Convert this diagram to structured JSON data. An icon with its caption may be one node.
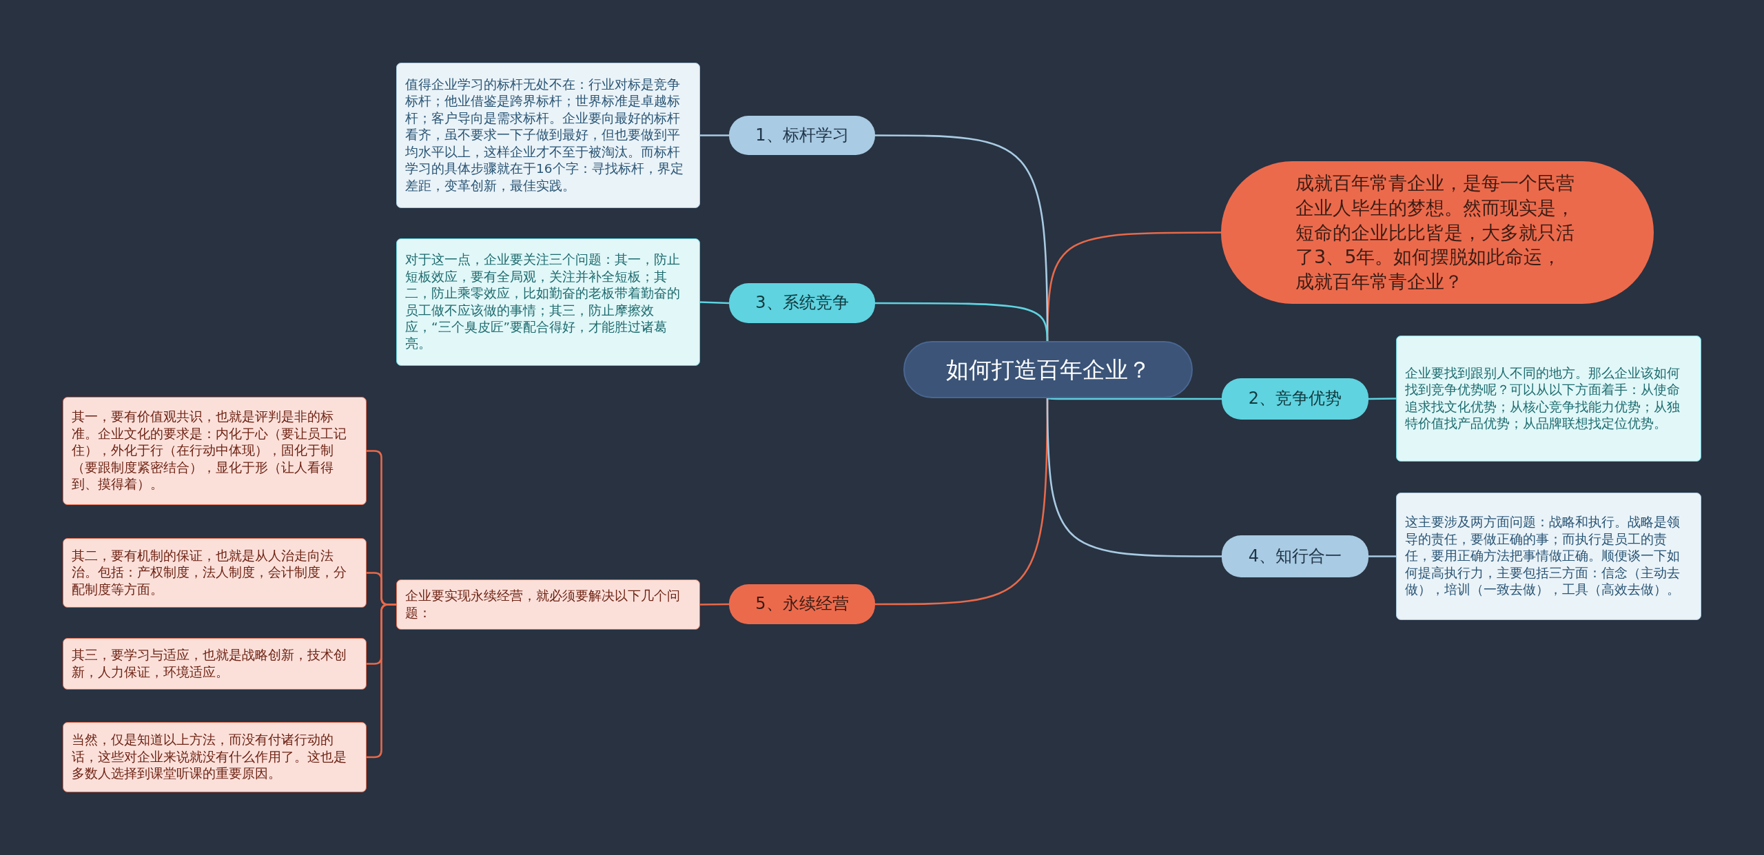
{
  "diagram": {
    "nodes": [
      {
        "text": [
          "如何打造百年企业？"
        ]
      },
      {
        "text": [
          "成就百年常青企业，是每一个民营企业人毕生的梦想。然而现实是，短命的企业比比皆是，大多就只活了3、5年。如何摆脱如此命运，成就百年常青企业？"
        ]
      },
      {
        "text": [
          "1、标杆学习"
        ]
      },
      {
        "text": [
          "值得企业学习的标杆无处不在：行业对标是竞争标杆；他业借鉴是跨界标杆；世界标准是卓越标杆；客户导向是需求标杆。企业要向最好的标杆看齐，虽不要求一下子做到最好，但也要做到平均水平以上，这样企业才不至于被淘汰。而标杆学习的具体步骤就在于16个字：寻找标杆，界定差距，变革创新，最佳实践。"
        ]
      },
      {
        "text": [
          "3、系统竞争"
        ]
      },
      {
        "text": [
          "对于这一点，企业要关注三个问题：其一，防止短板效应，要有全局观，关注并补全短板；其二，防止乘零效应，比如勤奋的老板带着勤奋的员工做不应该做的事情；其三，防止摩擦效应，“三个臭皮匠”要配合得好，才能胜过诸葛亮。"
        ]
      },
      {
        "text": [
          "5、永续经营"
        ]
      },
      {
        "text": [
          "企业要实现永续经营，就必须要解决以下几个问题："
        ]
      },
      {
        "text": [
          "其一，要有价值观共识，也就是评判是非的标准。企业文化的要求是：内化于心（要让员工记住），外化于行（在行动中体现），固化于制（要跟制度紧密结合），显化于形（让人看得到、摸得着）。"
        ]
      },
      {
        "text": [
          "其二，要有机制的保证，也就是从人治走向法治。包括：产权制度，法人制度，会计制度，分配制度等方面。"
        ]
      },
      {
        "text": [
          "其三，要学习与适应，也就是战略创新，技术创新，人力保证，环境适应。"
        ]
      },
      {
        "text": [
          "当然，仅是知道以上方法，而没有付诸行动的话，这些对企业来说就没有什么作用了。这也是多数人选择到课堂听课的重要原因。"
        ]
      },
      {
        "text": [
          "2、竞争优势"
        ]
      },
      {
        "text": [
          "企业要找到跟别人不同的地方。那么企业该如何找到竞争优势呢？可以从以下方面着手：从使命追求找文化优势；从核心竞争找能力优势；从独特价值找产品优势；从品牌联想找定位优势。"
        ]
      },
      {
        "text": [
          "4、知行合一"
        ]
      },
      {
        "text": [
          "这主要涉及两方面问题：战略和执行。战略是领导的责任，要做正确的事；而执行是员工的责任，要用正确方法把事情做正确。顺便谈一下如何提高执行力，主要包括三方面：信念（主动去做），培训（一致去做），工具（高效去做）。"
        ]
      }
    ],
    "edges": [
      {
        "from": 0,
        "to": 1,
        "arrow": "none",
        "color": "#e8694a"
      },
      {
        "from": 0,
        "to": 2,
        "arrow": "none",
        "color": "#a9cbe3"
      },
      {
        "from": 2,
        "to": 3,
        "arrow": "none",
        "color": "#a9cbe3"
      },
      {
        "from": 0,
        "to": 4,
        "arrow": "none",
        "color": "#5fd3e0"
      },
      {
        "from": 4,
        "to": 5,
        "arrow": "none",
        "color": "#5fd3e0"
      },
      {
        "from": 0,
        "to": 6,
        "arrow": "none",
        "color": "#e8694a"
      },
      {
        "from": 6,
        "to": 7,
        "arrow": "none",
        "color": "#e8694a"
      },
      {
        "from": 7,
        "to": 8,
        "arrow": "none",
        "color": "#e8694a"
      },
      {
        "from": 7,
        "to": 9,
        "arrow": "none",
        "color": "#e8694a"
      },
      {
        "from": 7,
        "to": 10,
        "arrow": "none",
        "color": "#e8694a"
      },
      {
        "from": 7,
        "to": 11,
        "arrow": "none",
        "color": "#e8694a"
      },
      {
        "from": 0,
        "to": 12,
        "arrow": "none",
        "color": "#5fd3e0"
      },
      {
        "from": 12,
        "to": 13,
        "arrow": "none",
        "color": "#5fd3e0"
      },
      {
        "from": 0,
        "to": 14,
        "arrow": "none",
        "color": "#a9cbe3"
      },
      {
        "from": 14,
        "to": 15,
        "arrow": "none",
        "color": "#a9cbe3"
      }
    ]
  }
}
